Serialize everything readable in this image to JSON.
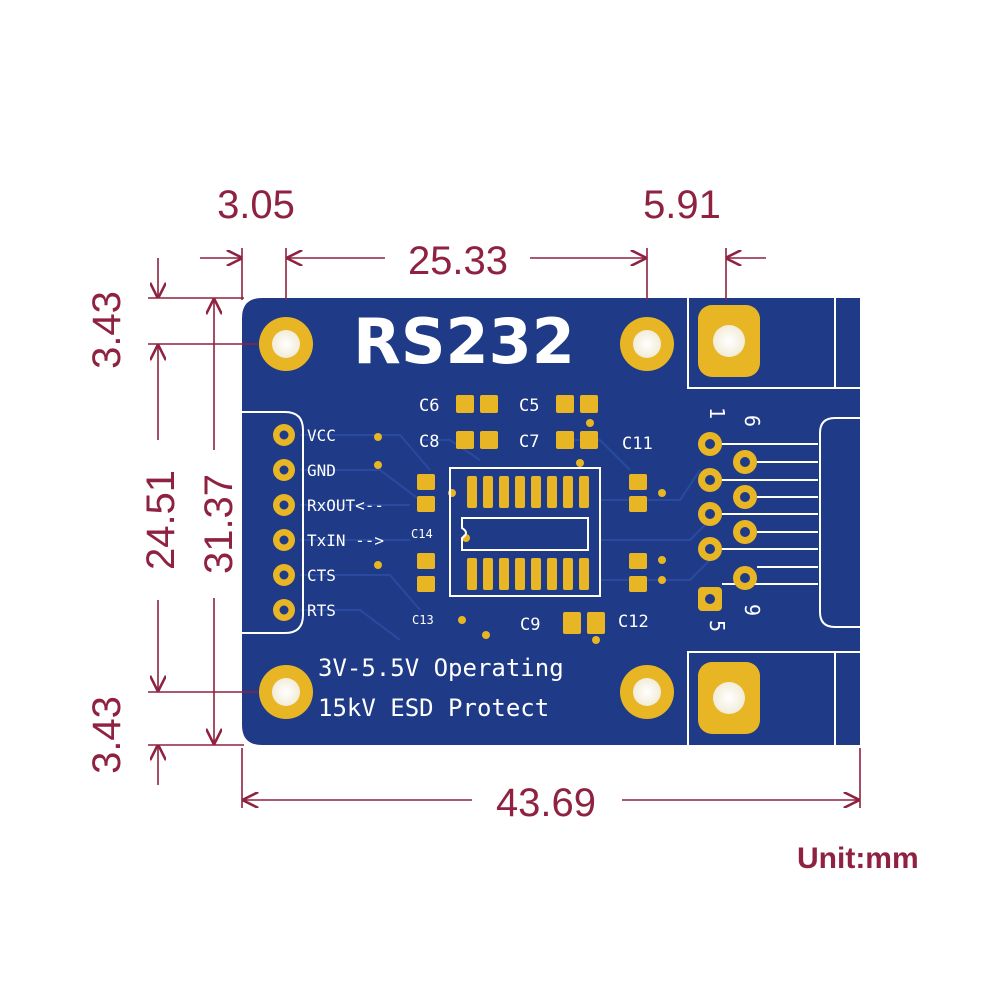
{
  "dimensions": {
    "left_offset": "3.05",
    "right_offset": "5.91",
    "hole_spacing_x": "25.33",
    "top_offset": "3.43",
    "bottom_offset": "3.43",
    "hole_spacing_y": "24.51",
    "total_height": "31.37",
    "total_width": "43.69",
    "unit_label": "Unit:mm"
  },
  "board": {
    "title": "RS232",
    "pins": [
      "VCC",
      "GND",
      "RxOUT<--",
      "TxIN -->",
      "CTS",
      "RTS"
    ],
    "caps": {
      "c5": "C5",
      "c6": "C6",
      "c7": "C7",
      "c8": "C8",
      "c9": "C9",
      "c11": "C11",
      "c12": "C12",
      "c13": "C13",
      "c14": "C14"
    },
    "db9_pin_1": "1",
    "db9_pin_5": "5",
    "db9_pin_6": "6",
    "db9_pin_9": "9",
    "note_line1": "3V-5.5V Operating",
    "note_line2": "15kV ESD Protect"
  },
  "colors": {
    "pcb": "#1f3a86",
    "pad": "#e8b625",
    "dimension": "#8e2240",
    "silkscreen": "#ffffff"
  }
}
